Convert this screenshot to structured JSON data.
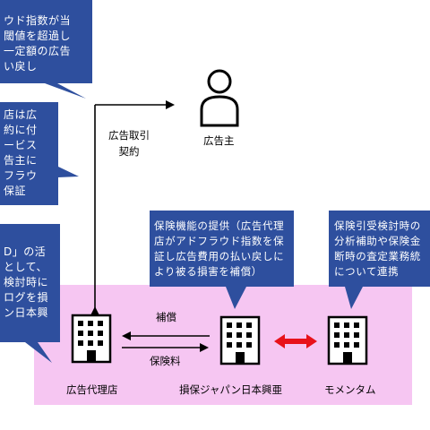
{
  "callouts": {
    "top_left": "ウド指数が当\n閾値を超過し\n一定額の広告\nい戻し",
    "mid_left": "店は広\n約に付\nービス\n告主に\nフラウ\n保証",
    "low_left": "D」の活\nとして、\n検討時に\nログを損\nン日本興",
    "center": "保険機能の提供（広告代理\n店がアドフラウド指数を保\n証し広告費用の払い戻しに\nより被る損害を補償）",
    "right": "保険引受検討時の\n分析補助や保険金\n断時の査定業務統\nについて連携"
  },
  "nodes": {
    "advertiser": "広告主",
    "agency": "広告代理店",
    "insurer": "損保ジャパン日本興亜",
    "momentum": "モメンタム"
  },
  "relations": {
    "contract": "広告取引\n契約",
    "compensation": "補償",
    "premium": "保険料"
  },
  "colors": {
    "callout_fill": "#2e4f9e",
    "highlight_band": "#f6c6f2",
    "link_arrow": "#e8121a"
  }
}
